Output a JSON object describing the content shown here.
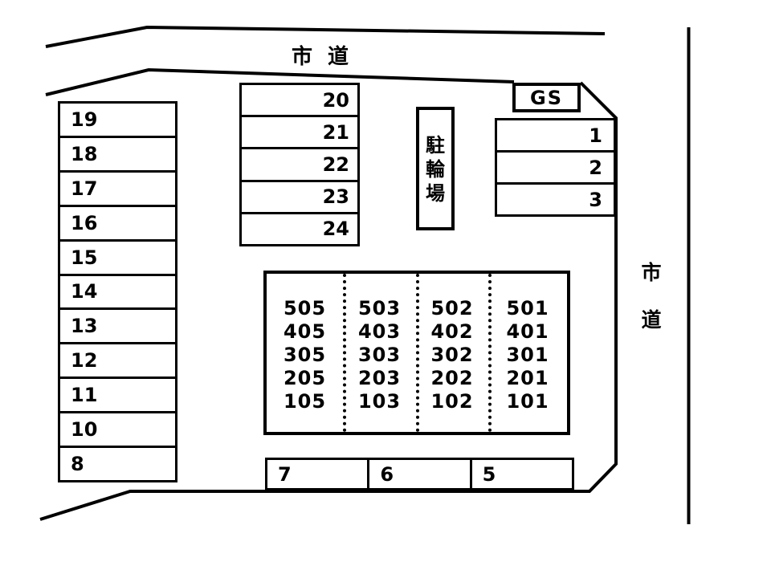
{
  "site": {
    "top_road_label": "市 道",
    "right_road_label": "市道",
    "gs_label": "GS",
    "bicycle_label": "駐輪場"
  },
  "parking": {
    "left_column": [
      "19",
      "18",
      "17",
      "16",
      "15",
      "14",
      "13",
      "12",
      "11",
      "10",
      "8"
    ],
    "top_middle_column": [
      "20",
      "21",
      "22",
      "23",
      "24"
    ],
    "right_column": [
      "1",
      "2",
      "3"
    ],
    "bottom_row": [
      "7",
      "6",
      "5"
    ]
  },
  "building": {
    "columns": [
      {
        "rooms_lines": "505\n405\n305\n205\n105",
        "rooms": [
          "505",
          "405",
          "305",
          "205",
          "105"
        ]
      },
      {
        "rooms_lines": "503\n403\n303\n203\n103",
        "rooms": [
          "503",
          "403",
          "303",
          "203",
          "103"
        ]
      },
      {
        "rooms_lines": "502\n402\n302\n202\n102",
        "rooms": [
          "502",
          "402",
          "302",
          "202",
          "102"
        ]
      },
      {
        "rooms_lines": "501\n401\n301\n201\n101",
        "rooms": [
          "501",
          "401",
          "301",
          "201",
          "101"
        ]
      }
    ]
  },
  "colors": {
    "background": "#ffffff",
    "line": "#000000",
    "text": "#000000"
  }
}
